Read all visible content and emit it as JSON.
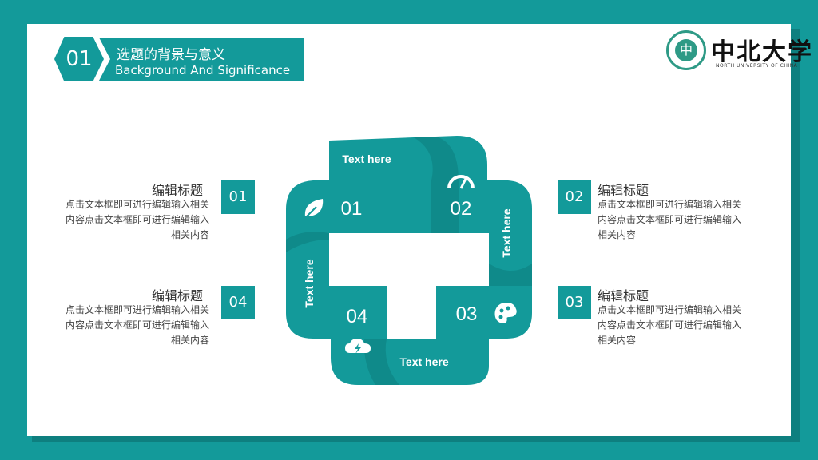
{
  "header": {
    "number": "01",
    "title_cn": "选题的背景与意义",
    "title_en": "Background And Significance"
  },
  "logo": {
    "name": "中北大学",
    "subtitle": "NORTH UNIVERSITY OF CHINA",
    "seal_glyph": "中"
  },
  "items": [
    {
      "number": "01",
      "title": "编辑标题",
      "body": "点击文本框即可进行编辑输入相关内容点击文本框即可进行编辑输入相关内容"
    },
    {
      "number": "02",
      "title": "编辑标题",
      "body": "点击文本框即可进行编辑输入相关内容点击文本框即可进行编辑输入相关内容"
    },
    {
      "number": "03",
      "title": "编辑标题",
      "body": "点击文本框即可进行编辑输入相关内容点击文本框即可进行编辑输入相关内容"
    },
    {
      "number": "04",
      "title": "编辑标题",
      "body": "点击文本框即可进行编辑输入相关内容点击文本框即可进行编辑输入相关内容"
    }
  ],
  "diagram": {
    "segments": [
      {
        "number": "01",
        "label": "Text here",
        "icon": "leaf-icon"
      },
      {
        "number": "02",
        "label": "Text here",
        "icon": "speedometer-icon"
      },
      {
        "number": "03",
        "label": "Text here",
        "icon": "palette-icon"
      },
      {
        "number": "04",
        "label": "Text here",
        "icon": "cloud-lightning-icon"
      }
    ]
  },
  "colors": {
    "accent": "#139a9a",
    "accent_dark": "#0e7f7f",
    "text": "#333333"
  }
}
